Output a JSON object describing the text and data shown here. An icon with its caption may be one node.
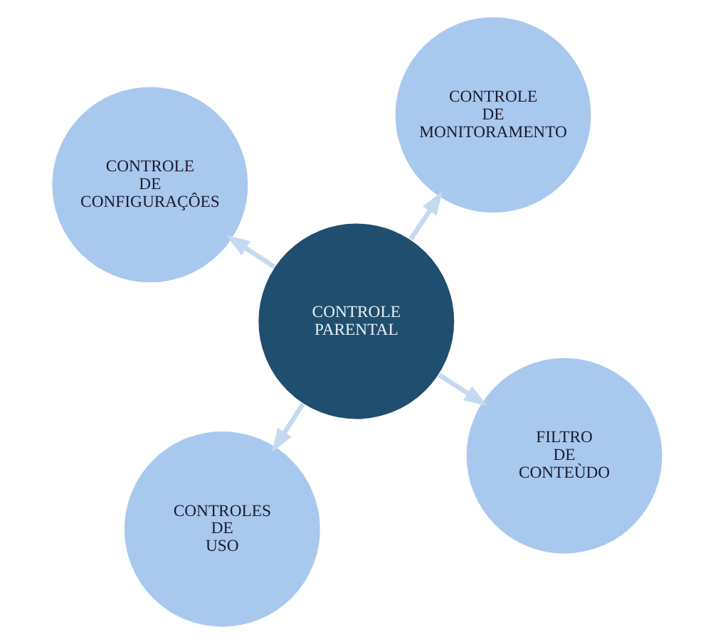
{
  "diagram": {
    "nodes": [
      {
        "text": [
          "CONTROLE PARENTAL"
        ]
      },
      {
        "text": [
          "FILTRO DE CONTEÙDO"
        ]
      },
      {
        "text": [
          "CONTROLES DE USO"
        ]
      },
      {
        "text": [
          "CONTROLE DE CONFIGURAÇÔES"
        ]
      },
      {
        "text": [
          "CONTROLE DE MONITORAMENTO"
        ]
      }
    ],
    "edges": [
      {
        "from": 0,
        "to": 1,
        "arrow": "to"
      },
      {
        "from": 0,
        "to": 2,
        "arrow": "to"
      },
      {
        "from": 0,
        "to": 3,
        "arrow": "to"
      },
      {
        "from": 0,
        "to": 4,
        "arrow": "to"
      }
    ]
  }
}
